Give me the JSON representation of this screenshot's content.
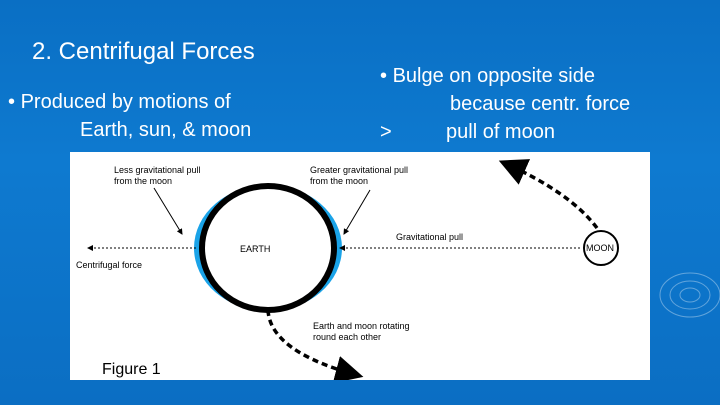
{
  "slide": {
    "title": "2.  Centrifugal Forces",
    "left_bullet": {
      "marker": "•",
      "line1": "Produced by motions of",
      "line2": "Earth, sun, & moon"
    },
    "right_bullet": {
      "marker": "•",
      "line1": "Bulge on opposite side",
      "line2": "because centr. force",
      "symbol": ">",
      "line3": "pull of moon"
    }
  },
  "figure": {
    "less_pull_label_1": "Less gravitational pull",
    "less_pull_label_2": "from the moon",
    "greater_pull_label_1": "Greater gravitational pull",
    "greater_pull_label_2": "from the moon",
    "earth_label": "EARTH",
    "gravitational_pull_label": "Gravitational pull",
    "moon_label": "MOON",
    "centrifugal_label": "Centrifugal force",
    "rotating_label_1": "Earth and moon rotating",
    "rotating_label_2": "round each other",
    "caption": "Figure 1",
    "colors": {
      "bulge": "#1aa3e8",
      "line": "#000000"
    }
  }
}
